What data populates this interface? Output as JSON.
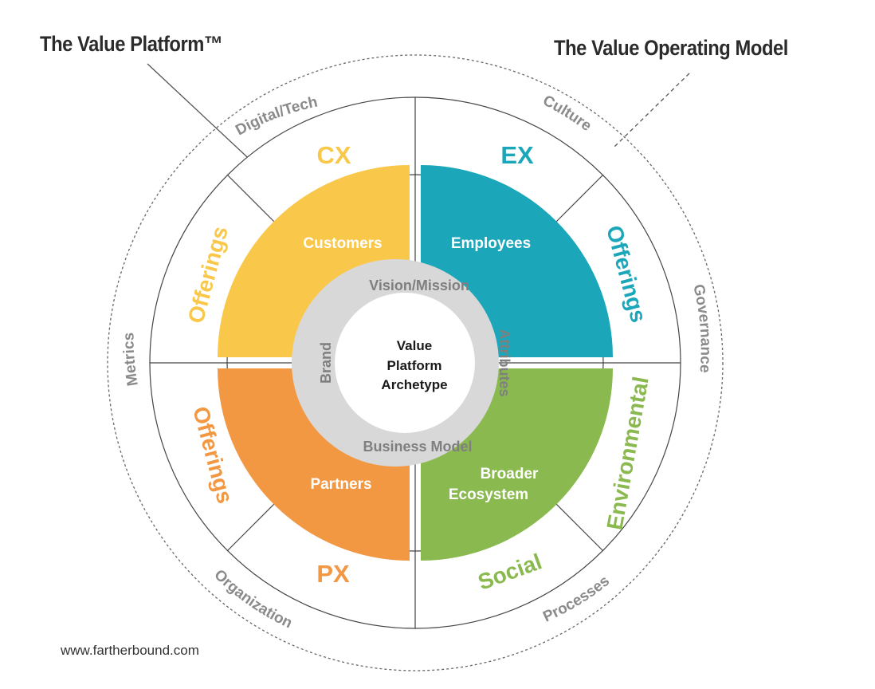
{
  "titles": {
    "platform": "The Value Platform™",
    "operating_model": "The Value Operating Model"
  },
  "footer": "www.fartherbound.com",
  "center": {
    "lines": [
      "Value",
      "Platform",
      "Archetype"
    ]
  },
  "core_ring": {
    "top": "Vision/Mission",
    "left": "Brand",
    "right": "Attributes",
    "bottom": "Business Model"
  },
  "quadrants": [
    {
      "id": "customers",
      "label": "Customers",
      "color": "#F9C84A"
    },
    {
      "id": "employees",
      "label": "Employees",
      "color": "#1BA6BA"
    },
    {
      "id": "partners",
      "label": "Partners",
      "color": "#F29742"
    },
    {
      "id": "ecosystem",
      "label_lines": [
        "Broader",
        "Ecosystem"
      ],
      "color": "#8AB94F"
    }
  ],
  "experience_ring": {
    "cx": {
      "label": "CX",
      "color": "#F9C84A"
    },
    "ex": {
      "label": "EX",
      "color": "#1BA6BA"
    },
    "px": {
      "label": "PX",
      "color": "#F29742"
    },
    "offerings_yellow": {
      "label": "Offerings",
      "color": "#F9C84A"
    },
    "offerings_blue": {
      "label": "Offerings",
      "color": "#1BA6BA"
    },
    "offerings_orange": {
      "label": "Offerings",
      "color": "#F29742"
    },
    "environmental": {
      "label": "Environmental",
      "color": "#8AB94F"
    },
    "social": {
      "label": "Social",
      "color": "#8AB94F"
    }
  },
  "operating_ring": {
    "items": [
      "Digital/Tech",
      "Culture",
      "Governance",
      "Processes",
      "Organization",
      "Metrics"
    ],
    "color": "#8a8a8a"
  },
  "core_ring_color": "#d8d8d8",
  "core_text_color": "#7f7f7f"
}
